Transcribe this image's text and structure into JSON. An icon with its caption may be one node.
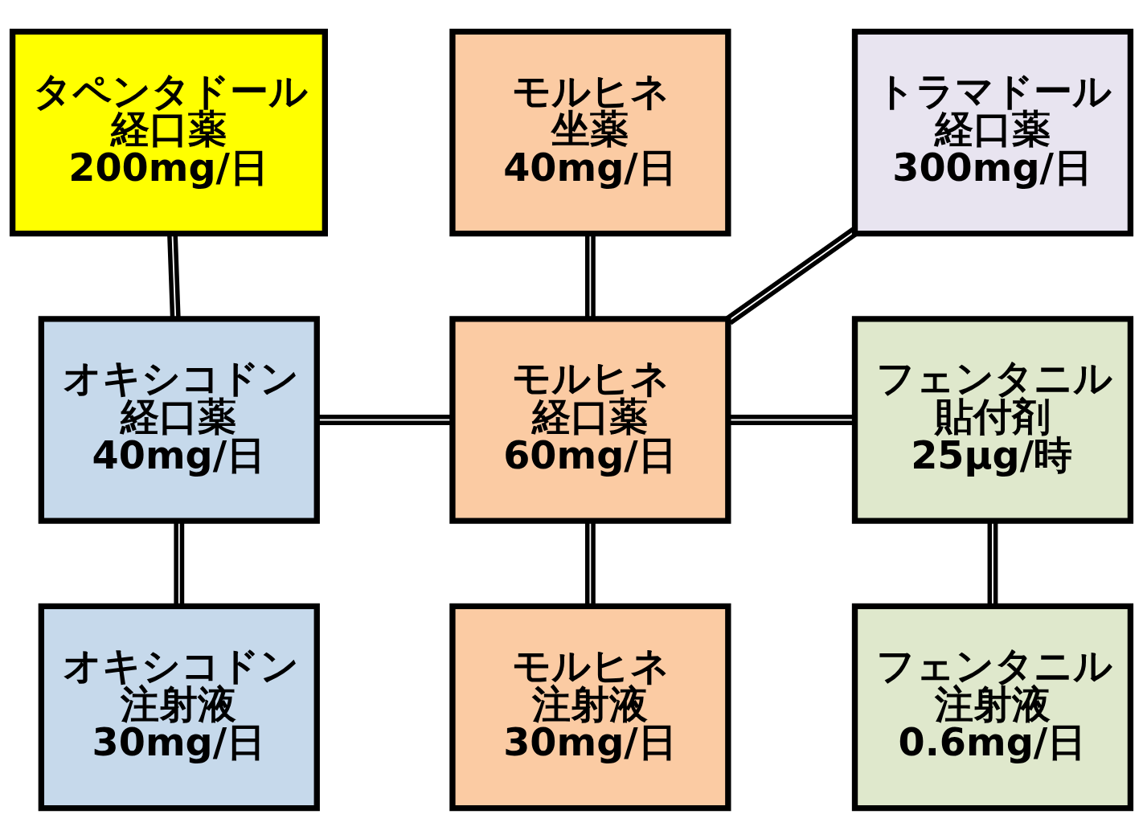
{
  "diagram": {
    "nodes": [
      {
        "text": [
          "タペンタドール",
          "経口薬",
          "200mg/日"
        ]
      },
      {
        "text": [
          "モルヒネ",
          "坐薬",
          "40mg/日"
        ]
      },
      {
        "text": [
          "トラマドール",
          "経口薬",
          "300mg/日"
        ]
      },
      {
        "text": [
          "オキシコドン",
          "経口薬",
          "40mg/日"
        ]
      },
      {
        "text": [
          "モルヒネ",
          "経口薬",
          "60mg/日"
        ]
      },
      {
        "text": [
          "フェンタニル",
          "貼付剤",
          "25μg/時"
        ]
      },
      {
        "text": [
          "オキシコドン",
          "注射液",
          "30mg/日"
        ]
      },
      {
        "text": [
          "モルヒネ",
          "注射液",
          "30mg/日"
        ]
      },
      {
        "text": [
          "フェンタニル",
          "注射液",
          "0.6mg/日"
        ]
      }
    ],
    "edges": [
      {
        "from": 0,
        "to": 3,
        "arrow": "none"
      },
      {
        "from": 1,
        "to": 4,
        "arrow": "none"
      },
      {
        "from": 2,
        "to": 4,
        "arrow": "none"
      },
      {
        "from": 3,
        "to": 4,
        "arrow": "none"
      },
      {
        "from": 4,
        "to": 5,
        "arrow": "none"
      },
      {
        "from": 3,
        "to": 6,
        "arrow": "none"
      },
      {
        "from": 4,
        "to": 7,
        "arrow": "none"
      },
      {
        "from": 5,
        "to": 8,
        "arrow": "none"
      }
    ]
  }
}
